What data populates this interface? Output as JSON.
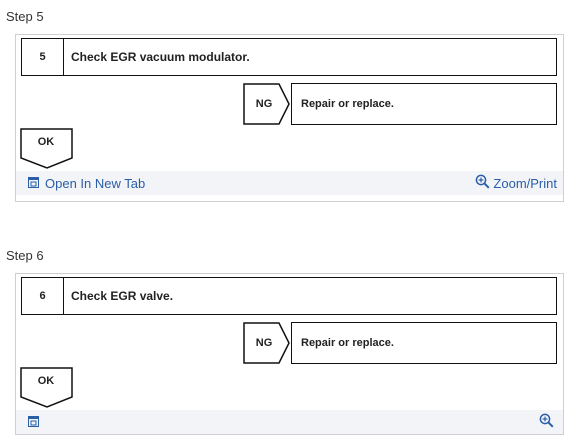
{
  "steps": [
    {
      "label": "Step 5",
      "number": "5",
      "check": "Check EGR vacuum modulator.",
      "ng_label": "NG",
      "ng_action": "Repair or replace.",
      "ok_label": "OK",
      "open_tab_label": "Open In New Tab",
      "zoom_label": "Zoom/Print"
    },
    {
      "label": "Step 6",
      "number": "6",
      "check": "Check EGR valve.",
      "ng_label": "NG",
      "ng_action": "Repair or replace.",
      "ok_label": "OK",
      "open_tab_label": "",
      "zoom_label": ""
    }
  ],
  "colors": {
    "link": "#2a5ea8",
    "toolbar_bg": "#f2f4f8",
    "line": "#111111"
  },
  "icons": {
    "open_tab": "open-in-new-tab-icon",
    "zoom": "magnifier-zoom-icon"
  }
}
